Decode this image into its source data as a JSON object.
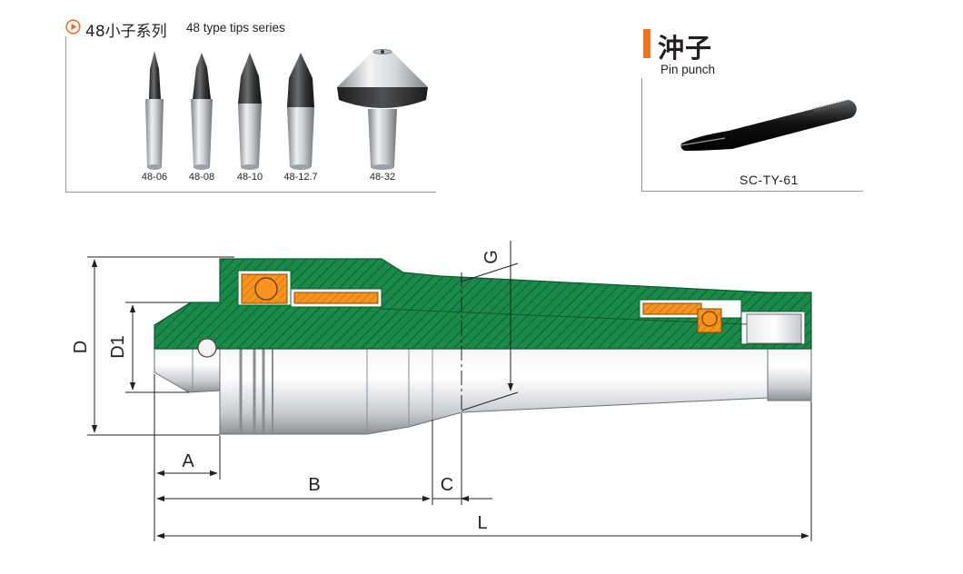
{
  "tips_panel": {
    "title_cn": "48小子系列",
    "title_en": "48 type tips series",
    "items": [
      {
        "label": "48-06"
      },
      {
        "label": "48-08"
      },
      {
        "label": "48-10"
      },
      {
        "label": "48-12.7"
      },
      {
        "label": "48-32"
      }
    ]
  },
  "punch_panel": {
    "title_cn": "沖子",
    "title_en": "Pin punch",
    "model": "SC-TY-61"
  },
  "drawing": {
    "labels": {
      "D": "D",
      "D1": "D1",
      "A": "A",
      "B": "B",
      "C": "C",
      "L": "L",
      "G": "G"
    }
  },
  "colors": {
    "accent": "#f37021",
    "section_green": "#1a8a4a",
    "bearing_orange": "#f7941d"
  },
  "icons": {
    "tips_marker": "play-circle-icon"
  }
}
